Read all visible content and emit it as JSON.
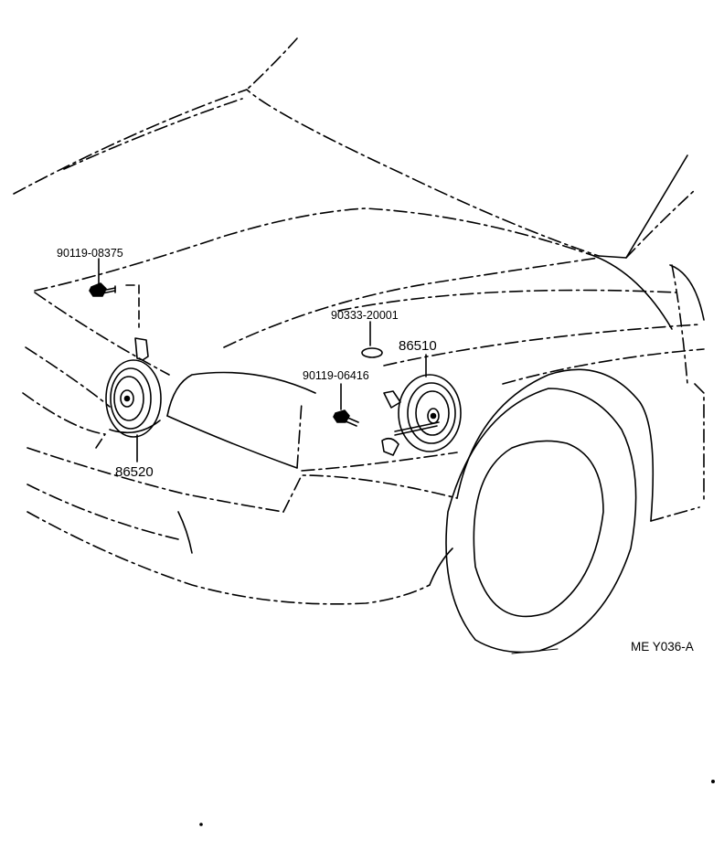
{
  "parts": {
    "bolt_left": "90119-08375",
    "horn_left": "86520",
    "clip": "90333-20001",
    "horn_right": "86510",
    "bolt_right": "90119-06416"
  },
  "figure_code": "ME Y036-A"
}
